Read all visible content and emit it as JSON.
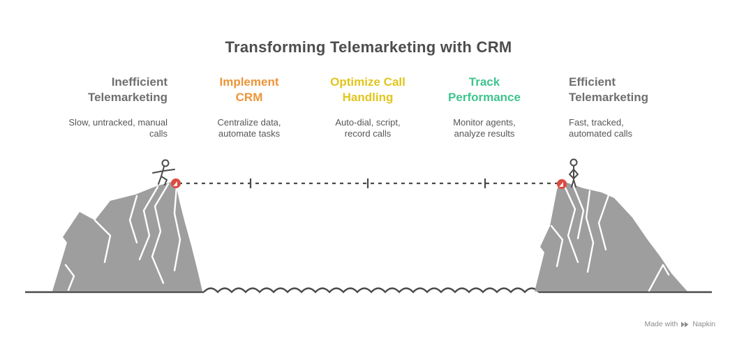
{
  "title": "Transforming Telemarketing with CRM",
  "stages": [
    {
      "heading": "Inefficient\nTelemarketing",
      "subtitle": "Slow, untracked, manual\ncalls",
      "color": "#6F6F6F"
    },
    {
      "heading": "Implement\nCRM",
      "subtitle": "Centralize data,\nautomate tasks",
      "color": "#ED9438"
    },
    {
      "heading": "Optimize Call\nHandling",
      "subtitle": "Auto-dial, script,\nrecord calls",
      "color": "#E2C51D"
    },
    {
      "heading": "Track\nPerformance",
      "subtitle": "Monitor agents,\nanalyze results",
      "color": "#3FC48E"
    },
    {
      "heading": "Efficient\nTelemarketing",
      "subtitle": "Fast, tracked,\nautomated calls",
      "color": "#6F6F6F"
    }
  ],
  "footer": {
    "made_with": "Made with",
    "brand": "Napkin"
  },
  "icons": {
    "left_figure": "tightrope-walker-icon",
    "right_figure": "standing-person-icon",
    "anchors": "red-anchor-dot",
    "watermark_logo": "napkin-chevrons-icon"
  },
  "colors": {
    "title": "#4D4D4D",
    "subtitle": "#565656",
    "mountain": "#9E9E9E",
    "line": "#4A4A4A",
    "figure": "#4A4A4A",
    "anchor": "#DB4B41",
    "watermark": "#8C8C8C"
  }
}
